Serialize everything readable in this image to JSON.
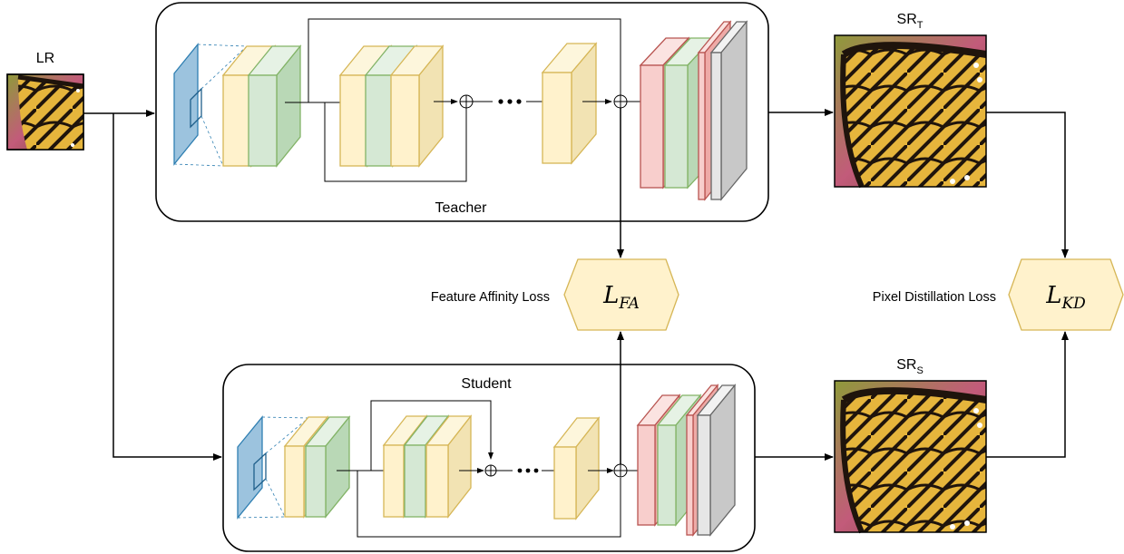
{
  "inputs": {
    "lr_label": "LR"
  },
  "outputs": {
    "teacher_output": {
      "base": "SR",
      "sub": "T"
    },
    "student_output": {
      "base": "SR",
      "sub": "S"
    }
  },
  "networks": {
    "teacher_label": "Teacher",
    "student_label": "Student"
  },
  "losses": {
    "feature_affinity": {
      "caption": "Feature Affinity Loss",
      "symbol": "L",
      "sub": "FA"
    },
    "pixel_distillation": {
      "caption": "Pixel Distillation Loss",
      "symbol": "L",
      "sub": "KD"
    }
  },
  "colors": {
    "conv_blue": "#9cc3de",
    "conv_blue_edge": "#2f7fb2",
    "block_yellow": "#fff2cc",
    "block_yellow_edge": "#d6b656",
    "block_green": "#d5e8d4",
    "block_green_edge": "#82b366",
    "block_red": "#f8cecc",
    "block_red_edge": "#b85450",
    "block_gray": "#e6e6e6",
    "block_gray_edge": "#666666",
    "loss_fill": "#fff2cc",
    "loss_edge": "#d6b656",
    "butterfly_orange": "#e8a33a",
    "butterfly_black": "#2a1c12",
    "butterfly_bg": "#b34a6b"
  }
}
